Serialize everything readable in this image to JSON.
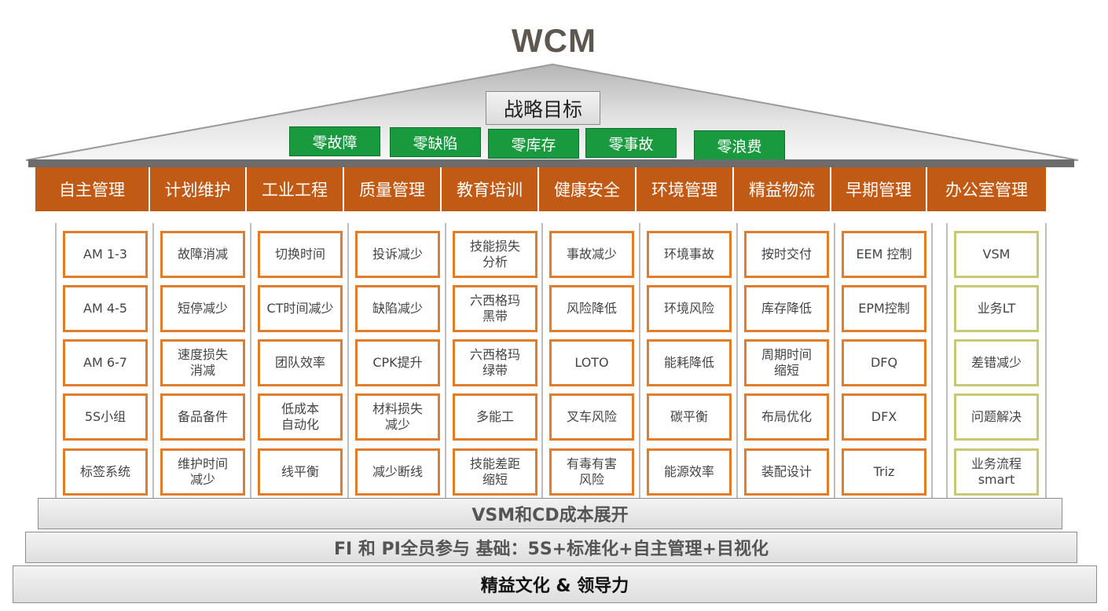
{
  "title": "WCM",
  "strategy": "战略目标",
  "goals": [
    "零故障",
    "零缺陷",
    "零库存",
    "零事故",
    "零浪费"
  ],
  "pillars": [
    "自主管理",
    "计划维护",
    "工业工程",
    "质量管理",
    "教育培训",
    "健康安全",
    "环境管理",
    "精益物流",
    "早期管理",
    "办公室管理"
  ],
  "items": [
    [
      "AM 1-3",
      "AM 4-5",
      "AM 6-7",
      "5S小组",
      "标签系统"
    ],
    [
      "故障消减",
      "短停减少",
      "速度损失\n消减",
      "备品备件",
      "维护时间\n减少"
    ],
    [
      "切换时间",
      "CT时间减少",
      "团队效率",
      "低成本\n自动化",
      "线平衡"
    ],
    [
      "投诉减少",
      "缺陷减少",
      "CPK提升",
      "材料损失\n减少",
      "减少断线"
    ],
    [
      "技能损失\n分析",
      "六西格玛\n黑带",
      "六西格玛\n绿带",
      "多能工",
      "技能差距\n缩短"
    ],
    [
      "事故减少",
      "风险降低",
      "LOTO",
      "叉车风险",
      "有毒有害\n风险"
    ],
    [
      "环境事故",
      "环境风险",
      "能耗降低",
      "碳平衡",
      "能源效率"
    ],
    [
      "按时交付",
      "库存降低",
      "周期时间\n缩短",
      "布局优化",
      "装配设计"
    ],
    [
      "EEM 控制",
      "EPM控制",
      "DFQ",
      "DFX",
      "Triz"
    ],
    [
      "VSM",
      "业务LT",
      "差错减少",
      "问题解决",
      "业务流程\nsmart"
    ]
  ],
  "base": [
    "VSM和CD成本展开",
    "FI 和 PI全员参与  基础：5S+标准化+自主管理+目视化",
    "精益文化 & 领导力"
  ]
}
